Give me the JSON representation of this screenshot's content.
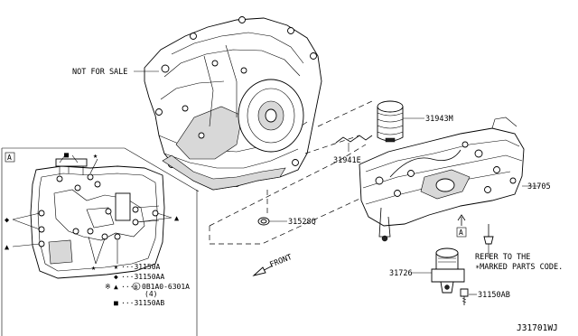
{
  "labels": {
    "not_for_sale": "NOT FOR SALE",
    "filter_part": "31943M",
    "tube_part": "31941E",
    "valve_body_part": "31705",
    "seal_part": "31528Q",
    "solenoid_part": "31726",
    "bolt_part": "31150AB",
    "front": "FRONT",
    "view_a_box": "A",
    "view_a_ref_box": "A",
    "refer_line1": "REFER TO THE",
    "refer_line2": "∗MARKED PARTS CODE.",
    "diagram_code": "J31701WJ"
  },
  "legend": {
    "star": "★",
    "diamond": "◆",
    "triangle": "▲",
    "square": "■",
    "asterisk": "※",
    "bolt_mark": "B",
    "row1": "···31150A",
    "row2": "···31150AA",
    "row3_code": "0B1A0-6301A",
    "row3_qty": "(4)",
    "row4": "···31150AB"
  }
}
